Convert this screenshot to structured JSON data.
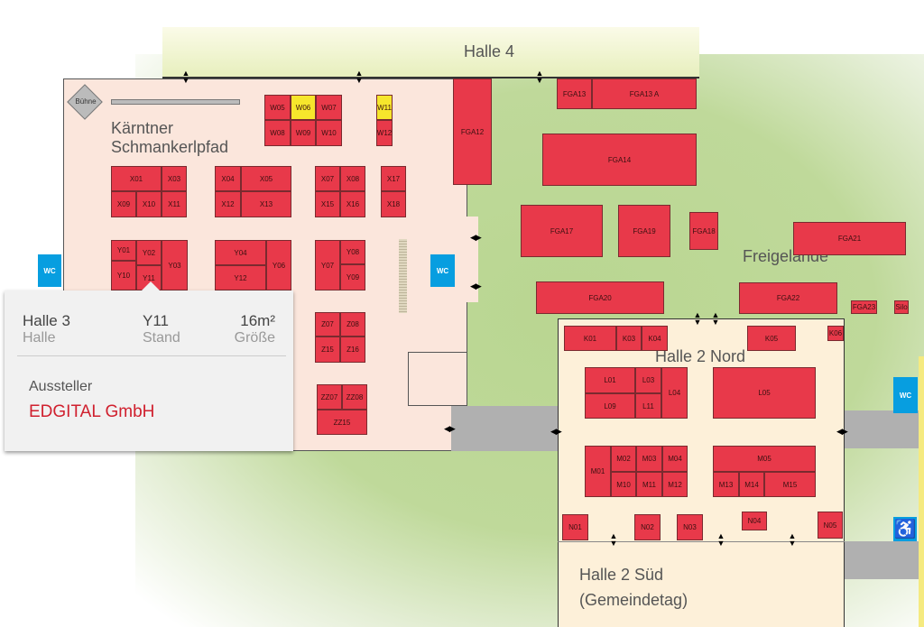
{
  "areas": {
    "halle4": "Halle 4",
    "kaerntner": "Kärntner\nSchmankerlpfad",
    "freigelaende": "Freigelände",
    "halle2nord": "Halle 2 Nord",
    "halle2sued": "Halle 2 Süd\n(Gemeindetag)"
  },
  "stage": "Bühne",
  "wc": "WC",
  "colors": {
    "booth": "#e8394a",
    "booth_selected": "#f6e62c",
    "wc": "#079ee0",
    "exhibitor": "#d0202e"
  },
  "booths": [
    {
      "id": "W05"
    },
    {
      "id": "W06",
      "selected": true
    },
    {
      "id": "W07"
    },
    {
      "id": "W08"
    },
    {
      "id": "W09"
    },
    {
      "id": "W10"
    },
    {
      "id": "W11",
      "selected": true
    },
    {
      "id": "W12"
    },
    {
      "id": "X01"
    },
    {
      "id": "X03"
    },
    {
      "id": "X09"
    },
    {
      "id": "X10"
    },
    {
      "id": "X11"
    },
    {
      "id": "X04"
    },
    {
      "id": "X05"
    },
    {
      "id": "X12"
    },
    {
      "id": "X13"
    },
    {
      "id": "X07"
    },
    {
      "id": "X08"
    },
    {
      "id": "X15"
    },
    {
      "id": "X16"
    },
    {
      "id": "X17"
    },
    {
      "id": "X18"
    },
    {
      "id": "Y01"
    },
    {
      "id": "Y02"
    },
    {
      "id": "Y10"
    },
    {
      "id": "Y11"
    },
    {
      "id": "Y03"
    },
    {
      "id": "Y04"
    },
    {
      "id": "Y12"
    },
    {
      "id": "Y06"
    },
    {
      "id": "Y07"
    },
    {
      "id": "Y08"
    },
    {
      "id": "Y09"
    },
    {
      "id": "Z07"
    },
    {
      "id": "Z08"
    },
    {
      "id": "Z15"
    },
    {
      "id": "Z16"
    },
    {
      "id": "ZZ07"
    },
    {
      "id": "ZZ08"
    },
    {
      "id": "ZZ15"
    },
    {
      "id": "FGA12"
    },
    {
      "id": "FGA13"
    },
    {
      "id": "FGA13 A"
    },
    {
      "id": "FGA14"
    },
    {
      "id": "FGA17"
    },
    {
      "id": "FGA19"
    },
    {
      "id": "FGA18"
    },
    {
      "id": "FGA21"
    },
    {
      "id": "FGA20"
    },
    {
      "id": "FGA22"
    },
    {
      "id": "FGA23"
    },
    {
      "id": "Silo"
    },
    {
      "id": "K01"
    },
    {
      "id": "K03"
    },
    {
      "id": "K04"
    },
    {
      "id": "K05"
    },
    {
      "id": "K06"
    },
    {
      "id": "L01"
    },
    {
      "id": "L03"
    },
    {
      "id": "L04"
    },
    {
      "id": "L09"
    },
    {
      "id": "L11"
    },
    {
      "id": "L05"
    },
    {
      "id": "M01"
    },
    {
      "id": "M02"
    },
    {
      "id": "M03"
    },
    {
      "id": "M04"
    },
    {
      "id": "M10"
    },
    {
      "id": "M11"
    },
    {
      "id": "M12"
    },
    {
      "id": "M05"
    },
    {
      "id": "M13"
    },
    {
      "id": "M14"
    },
    {
      "id": "M15"
    },
    {
      "id": "N01"
    },
    {
      "id": "N02"
    },
    {
      "id": "N03"
    },
    {
      "id": "N04"
    },
    {
      "id": "N05"
    }
  ],
  "tooltip": {
    "hall_value": "Halle 3",
    "hall_label": "Halle",
    "stand_value": "Y11",
    "stand_label": "Stand",
    "size_value": "16m²",
    "size_label": "Größe",
    "exhibitor_label": "Aussteller",
    "exhibitor_name": "EDGITAL GmbH"
  }
}
